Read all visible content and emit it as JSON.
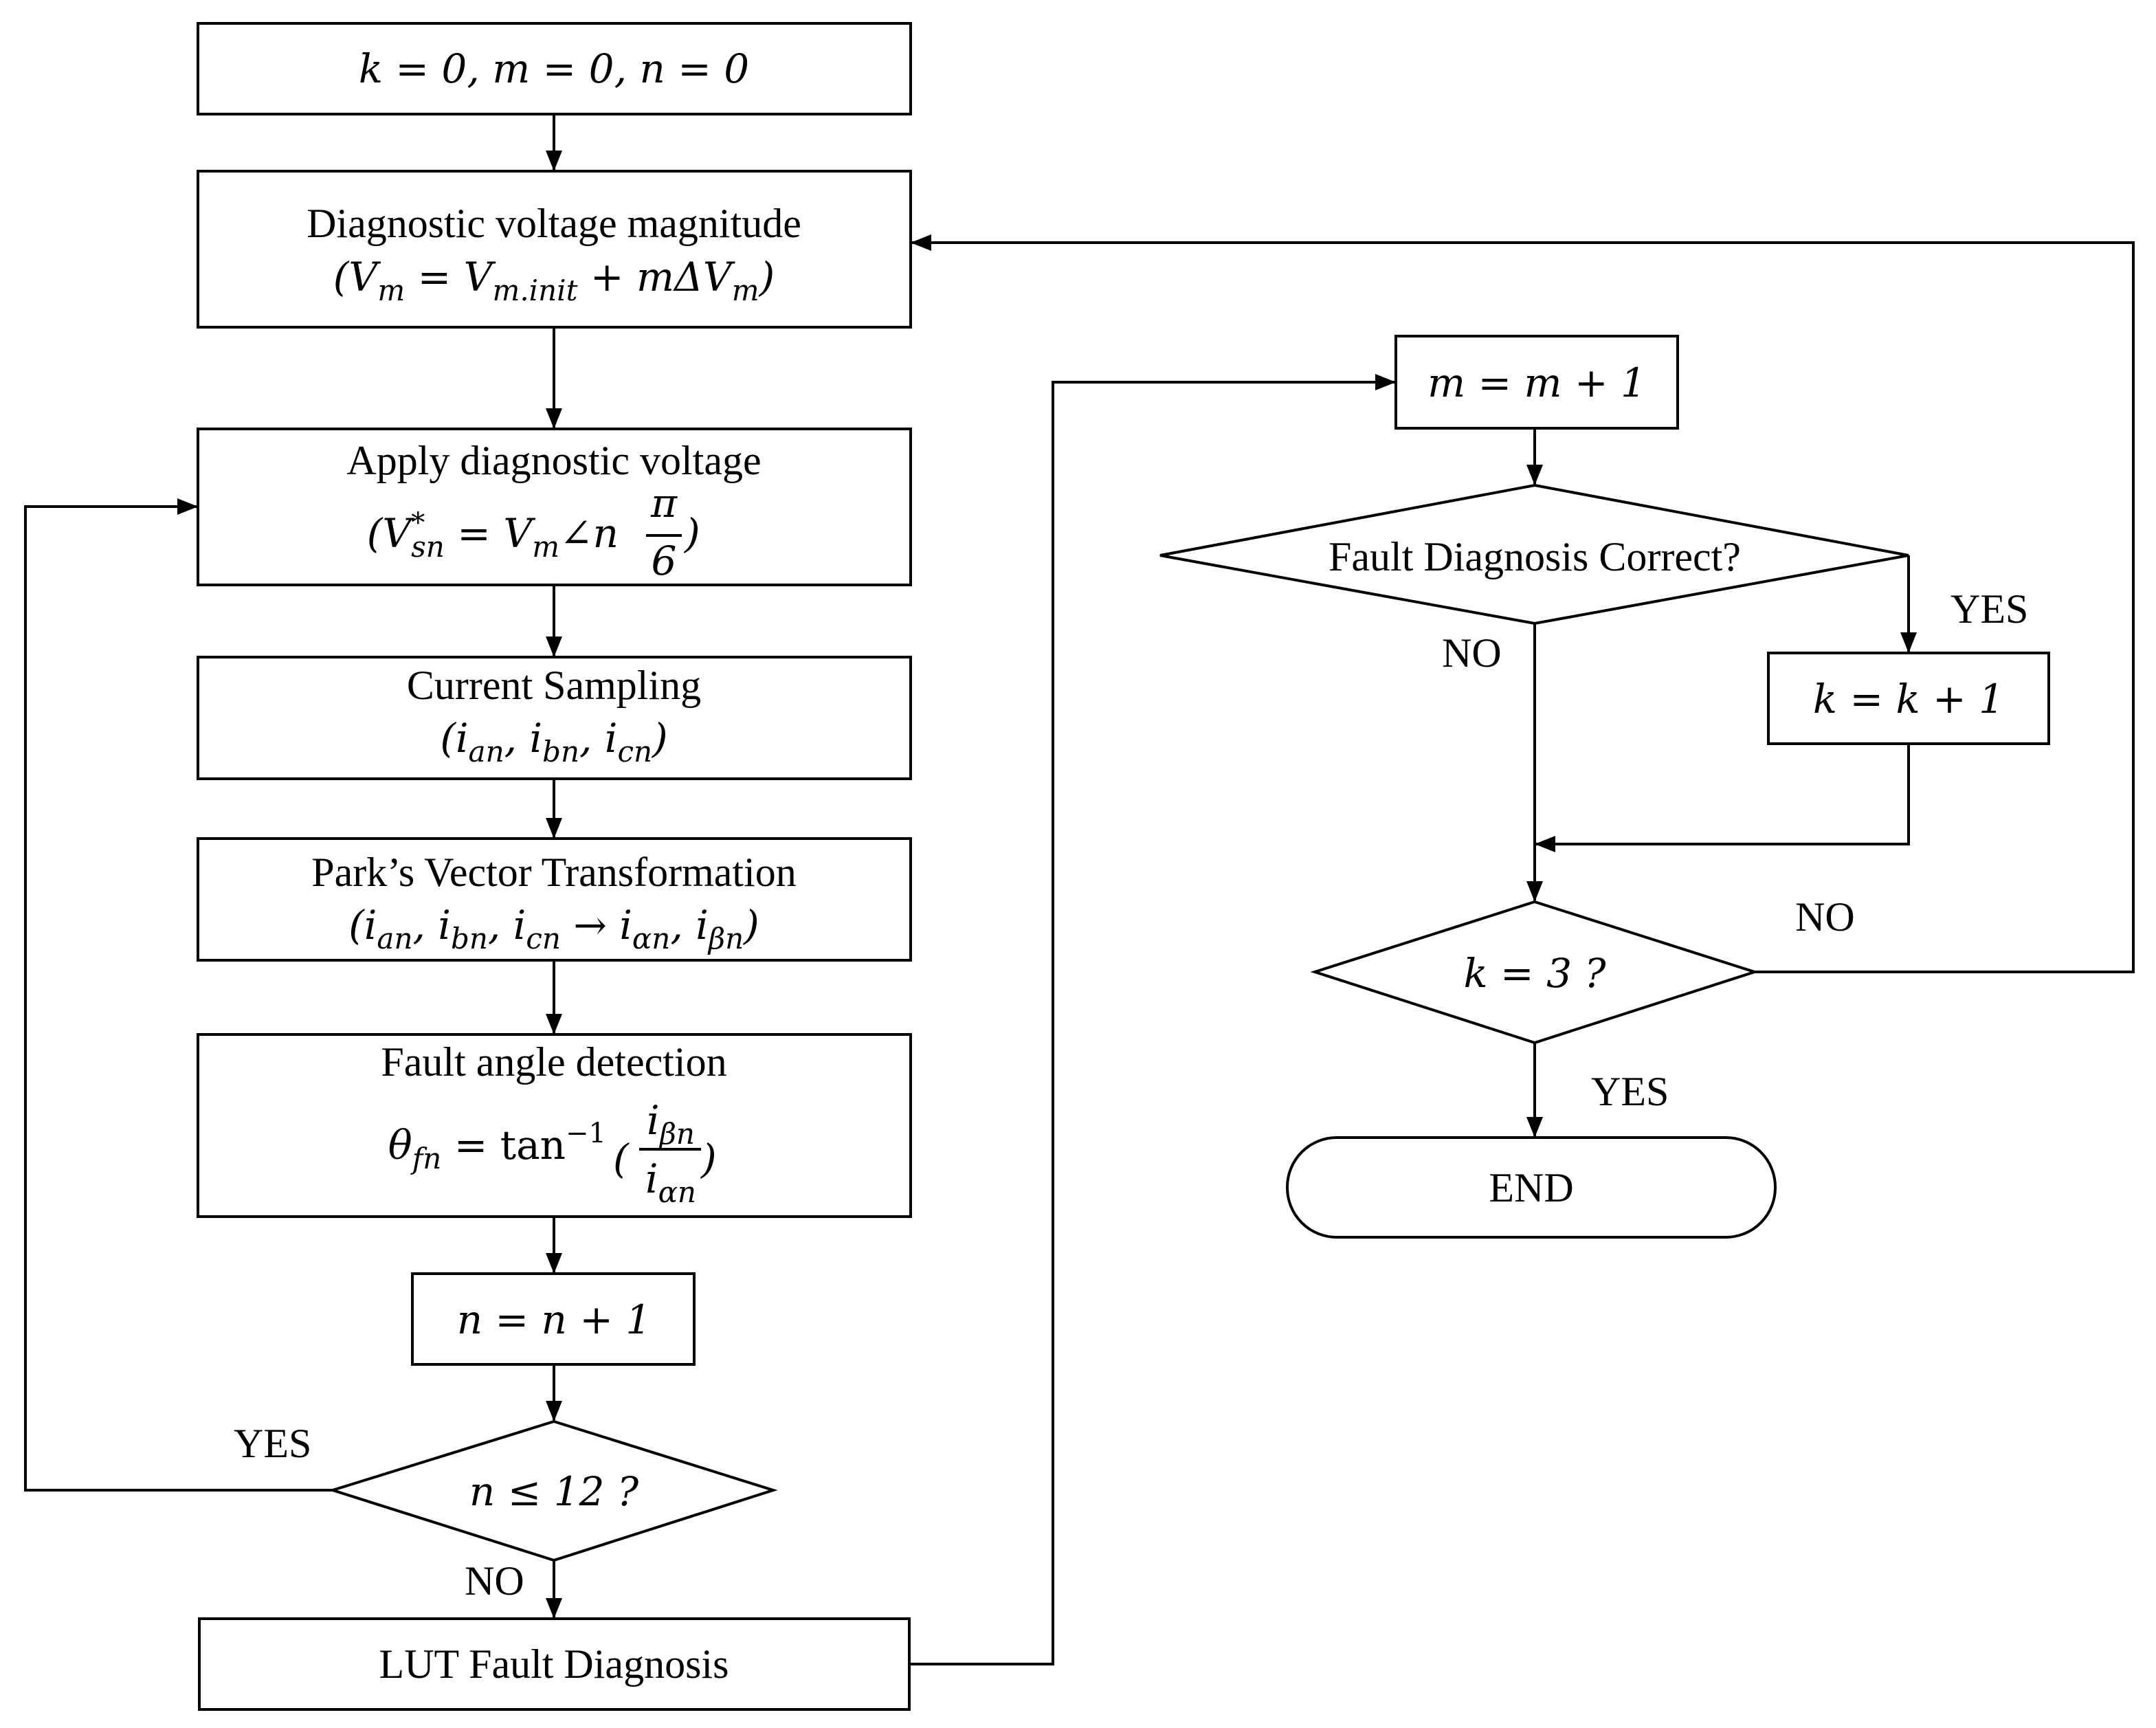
{
  "nodes": {
    "init": {
      "text": "k = 0, m = 0, n = 0"
    },
    "diag_voltage": {
      "title": "Diagnostic voltage magnitude",
      "formula_open": "(V",
      "formula_sub1": "m",
      "formula_mid": " = V",
      "formula_sub2": "m.init",
      "formula_mid2": " + mΔV",
      "formula_sub3": "m",
      "formula_close": ")"
    },
    "apply_voltage": {
      "title": "Apply diagnostic voltage",
      "f_open": "(V",
      "f_sup": "*",
      "f_sub": "sn",
      "f_mid": " = V",
      "f_sub2": "m",
      "f_angle": "∠n",
      "f_num": "π",
      "f_den": "6",
      "f_close": ")"
    },
    "current_sampling": {
      "title": "Current Sampling",
      "f_open": "(i",
      "f_s1": "an",
      "f_c1": ", i",
      "f_s2": "bn",
      "f_c2": ", i",
      "f_s3": "cn",
      "f_close": ")"
    },
    "park": {
      "title": "Park’s Vector Transformation",
      "f_open": "(i",
      "f_s1": "an",
      "f_c1": ", i",
      "f_s2": "bn",
      "f_c2": ", i",
      "f_s3": "cn",
      "f_arrow": " → i",
      "f_s4": "αn",
      "f_c3": ", i",
      "f_s5": "βn",
      "f_close": ")"
    },
    "fault_angle": {
      "title": "Fault angle detection",
      "f_theta": "θ",
      "f_theta_sub": "fn",
      "f_eq": " = tan",
      "f_sup": "−1",
      "f_num": "i",
      "f_num_sub": "βn",
      "f_den": "i",
      "f_den_sub": "αn",
      "f_lparen": "(",
      "f_rparen": ")"
    },
    "n_increment": {
      "text": "n = n + 1"
    },
    "n_check": {
      "text": "n ≤ 12 ?"
    },
    "lut": {
      "text": "LUT Fault Diagnosis"
    },
    "m_increment": {
      "text": "m = m + 1"
    },
    "fault_correct": {
      "text": "Fault Diagnosis Correct?"
    },
    "k_increment": {
      "text": "k = k + 1"
    },
    "k_check": {
      "text": "k = 3 ?"
    },
    "end": {
      "text": "END"
    }
  },
  "edge_labels": {
    "n_yes": "YES",
    "n_no": "NO",
    "fault_yes": "YES",
    "fault_no": "NO",
    "k_no": "NO",
    "k_yes": "YES"
  }
}
